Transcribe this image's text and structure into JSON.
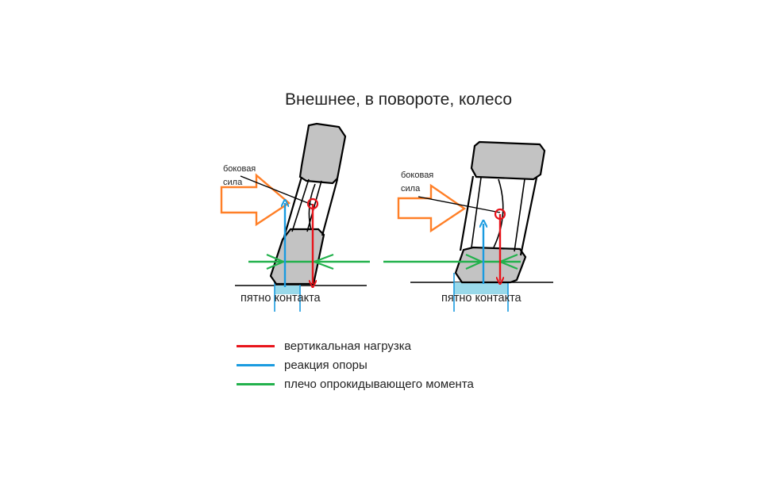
{
  "title": "Внешнее, в повороте, колесо",
  "left_wheel": {
    "side_force_label": [
      "боковая",
      "сила"
    ],
    "contact_patch_label": "пятно контакта"
  },
  "right_wheel": {
    "side_force_label": [
      "боковая",
      "сила"
    ],
    "contact_patch_label": "пятно контакта"
  },
  "legend": [
    {
      "label": "вертикальная нагрузка",
      "color": "#e8141b"
    },
    {
      "label": "реакция опоры",
      "color": "#1a9be0"
    },
    {
      "label": "плечо опрокидывающего момента",
      "color": "#22b14c"
    }
  ],
  "colors": {
    "vertical_load": "#e8141b",
    "support_reaction": "#1a9be0",
    "moment_arm": "#22b14c",
    "side_force": "#ff7f27",
    "tire": "#c3c3c3",
    "contact_patch": "#99d9ea"
  }
}
